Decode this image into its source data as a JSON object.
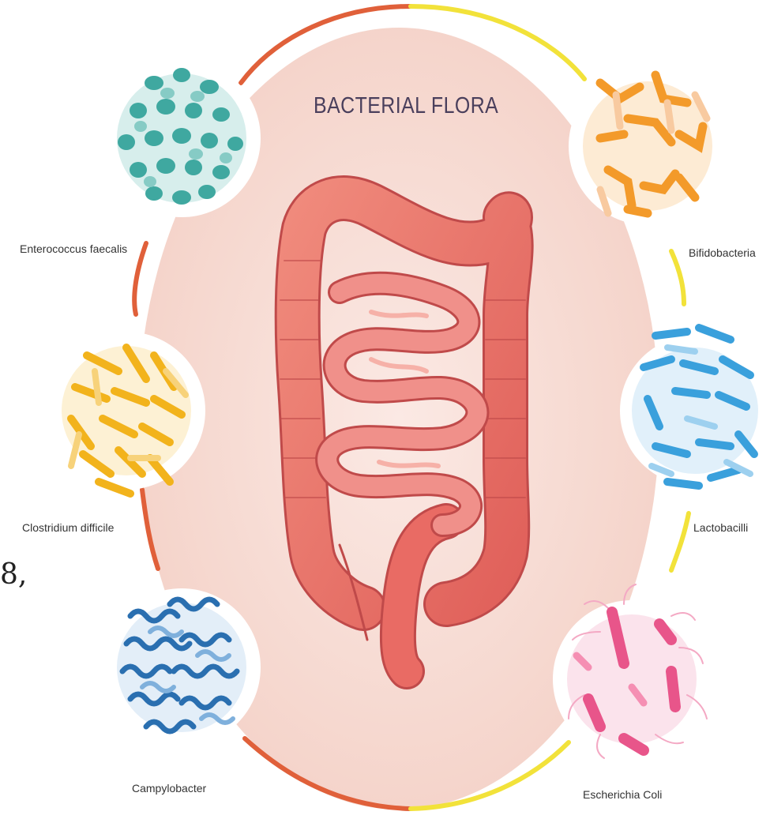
{
  "diagram": {
    "title": "BACTERIAL FLORA",
    "stray_glyph": "8,",
    "colors": {
      "background_oval": "#f7d9d0",
      "arc_left": "#e0603a",
      "arc_right": "#f2e23a",
      "intestine": "#e8716b",
      "intestine_dark": "#c04a4a",
      "title": "#4a3f5c"
    },
    "bacteria": [
      {
        "name": "Enterococcus faecalis",
        "color": "#3fa8a0",
        "icon": "coccus-cluster-icon"
      },
      {
        "name": "Clostridium difficile",
        "color": "#f2b31c",
        "icon": "rod-bacteria-icon"
      },
      {
        "name": "Campylobacter",
        "color": "#2a6fb0",
        "icon": "spiral-bacteria-icon"
      },
      {
        "name": "Bifidobacteria",
        "color": "#f39a2a",
        "icon": "branched-bacteria-icon"
      },
      {
        "name": "Lactobacilli",
        "color": "#3aa0dc",
        "icon": "rod-bacteria-icon"
      },
      {
        "name": "Escherichia Coli",
        "color": "#e8558a",
        "icon": "flagellated-bacteria-icon"
      }
    ]
  }
}
